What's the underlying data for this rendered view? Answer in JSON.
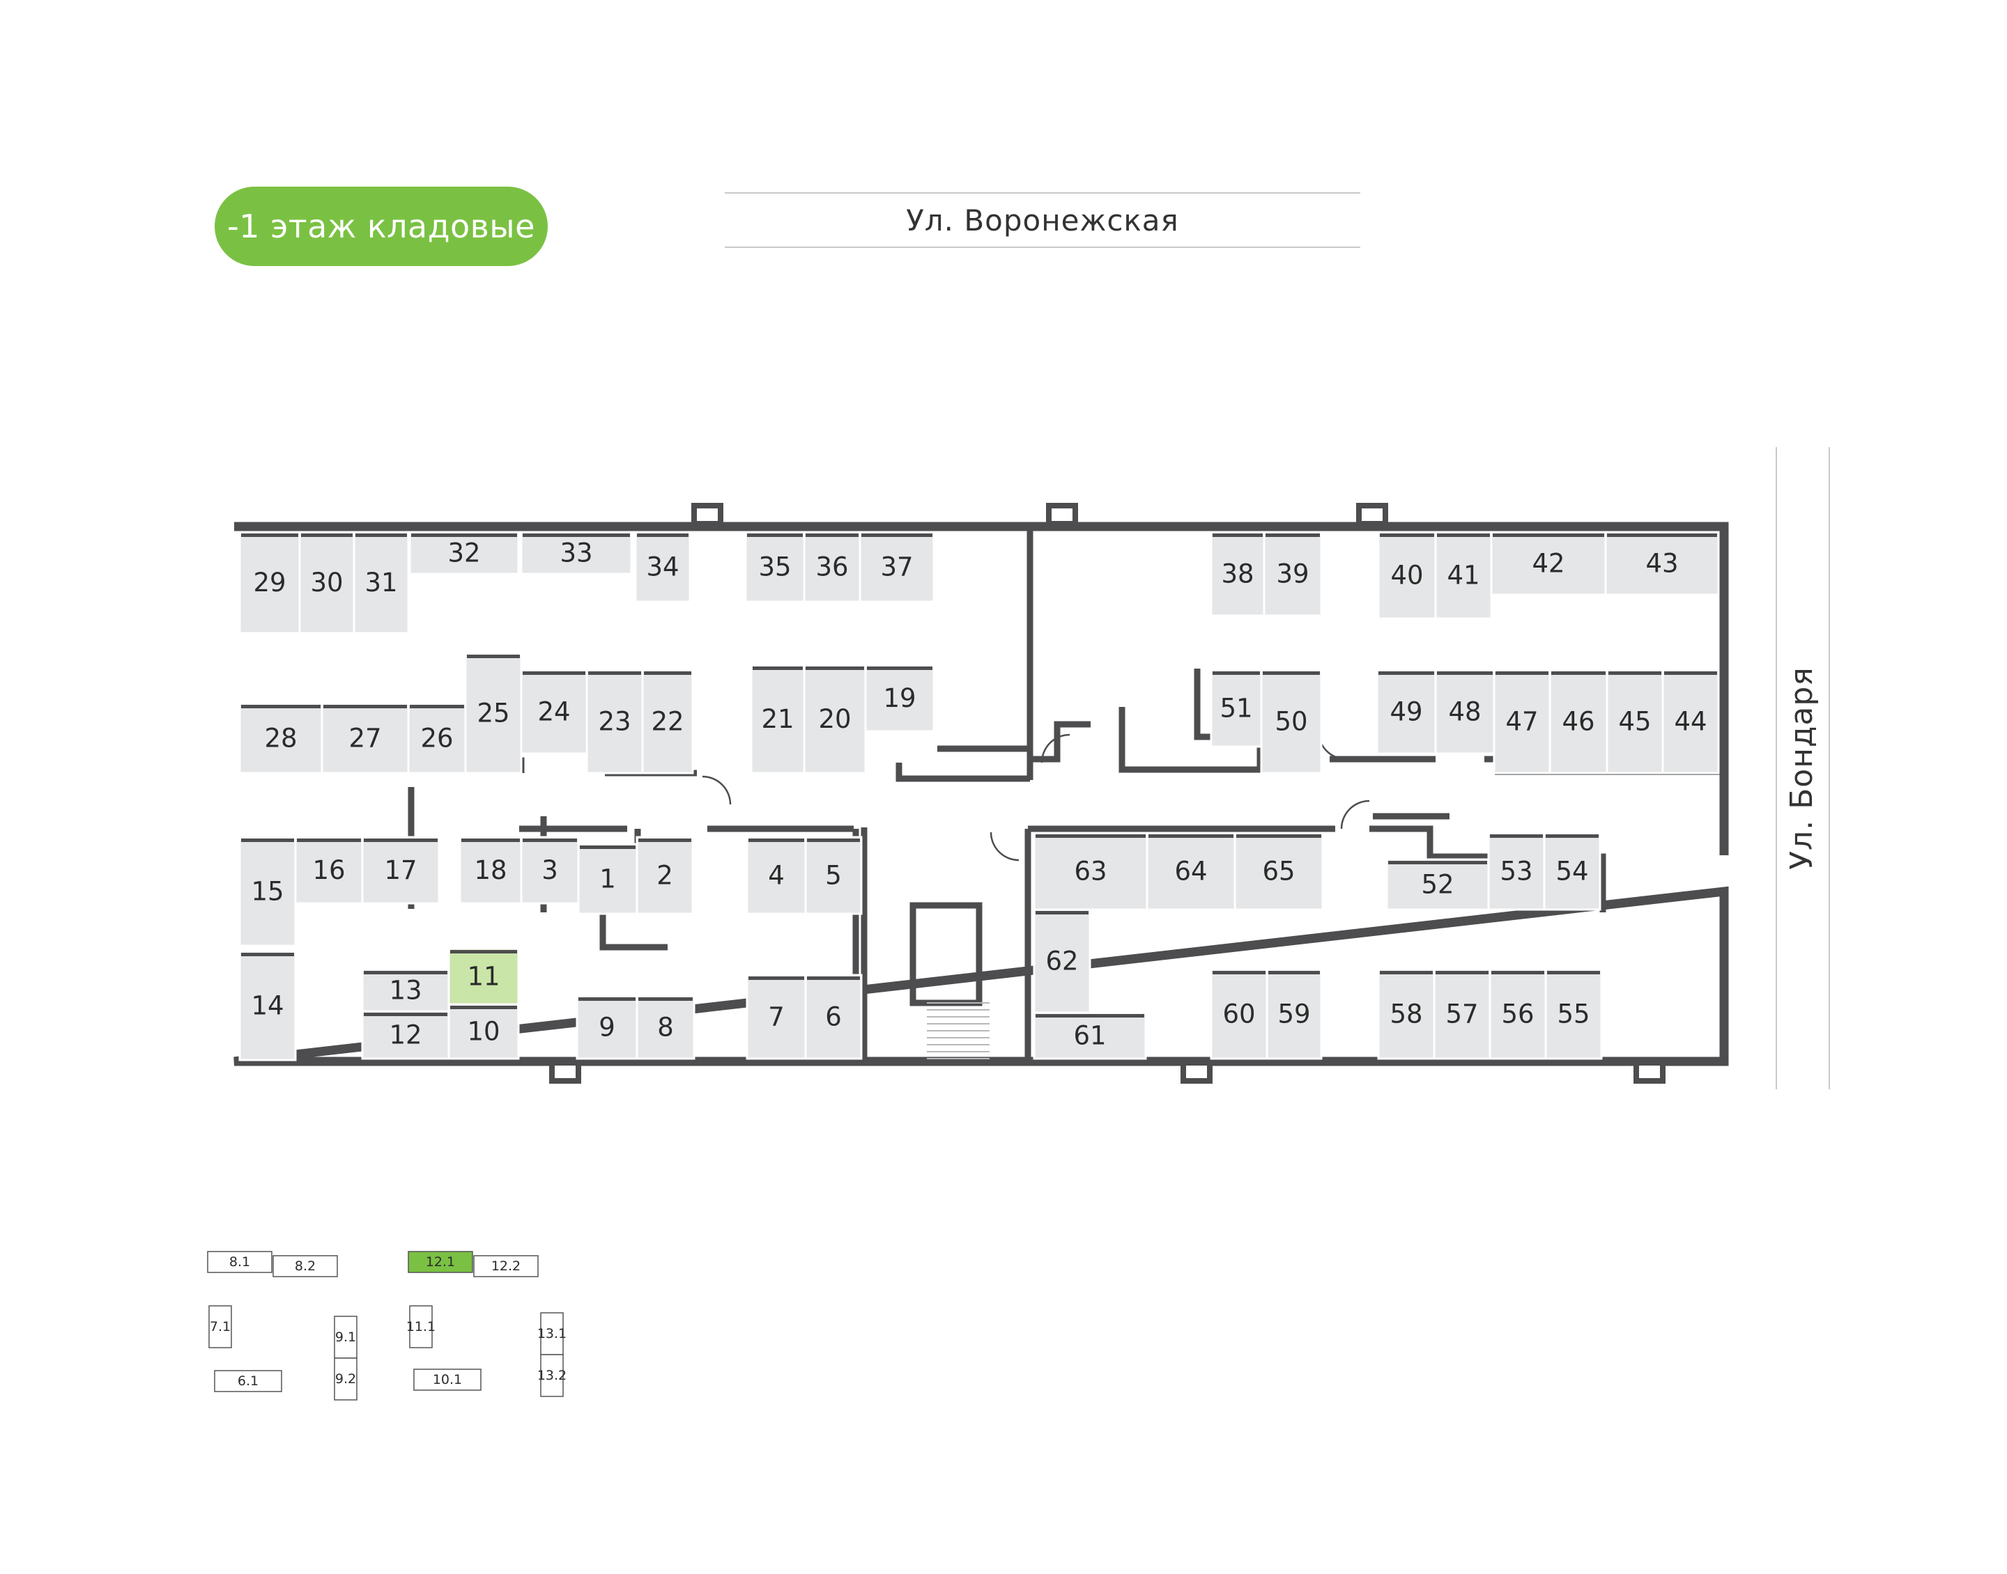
{
  "floor_label": "-1 этаж кладовые",
  "street_top": "Ул. Воронежская",
  "street_right": "Ул. Бондаря",
  "colors": {
    "accent": "#7ac143",
    "selected_unit": "#c9e5a8",
    "unit": "#e5e6e7",
    "wall": "#4d4d4f",
    "mini_border": "#555555"
  },
  "selected_unit": "11",
  "selected_section": "12.1",
  "units": [
    "1",
    "2",
    "3",
    "4",
    "5",
    "6",
    "7",
    "8",
    "9",
    "10",
    "11",
    "12",
    "13",
    "14",
    "15",
    "16",
    "17",
    "18",
    "19",
    "20",
    "21",
    "22",
    "23",
    "24",
    "25",
    "26",
    "27",
    "28",
    "29",
    "30",
    "31",
    "32",
    "33",
    "34",
    "35",
    "36",
    "37",
    "38",
    "39",
    "40",
    "41",
    "42",
    "43",
    "44",
    "45",
    "46",
    "47",
    "48",
    "49",
    "50",
    "51",
    "52",
    "53",
    "54",
    "55",
    "56",
    "57",
    "58",
    "59",
    "60",
    "61",
    "62",
    "63",
    "64",
    "65"
  ],
  "sections": [
    "8.1",
    "8.2",
    "12.1",
    "12.2",
    "7.1",
    "9.1",
    "11.1",
    "13.1",
    "9.2",
    "13.2",
    "6.1",
    "10.1"
  ]
}
